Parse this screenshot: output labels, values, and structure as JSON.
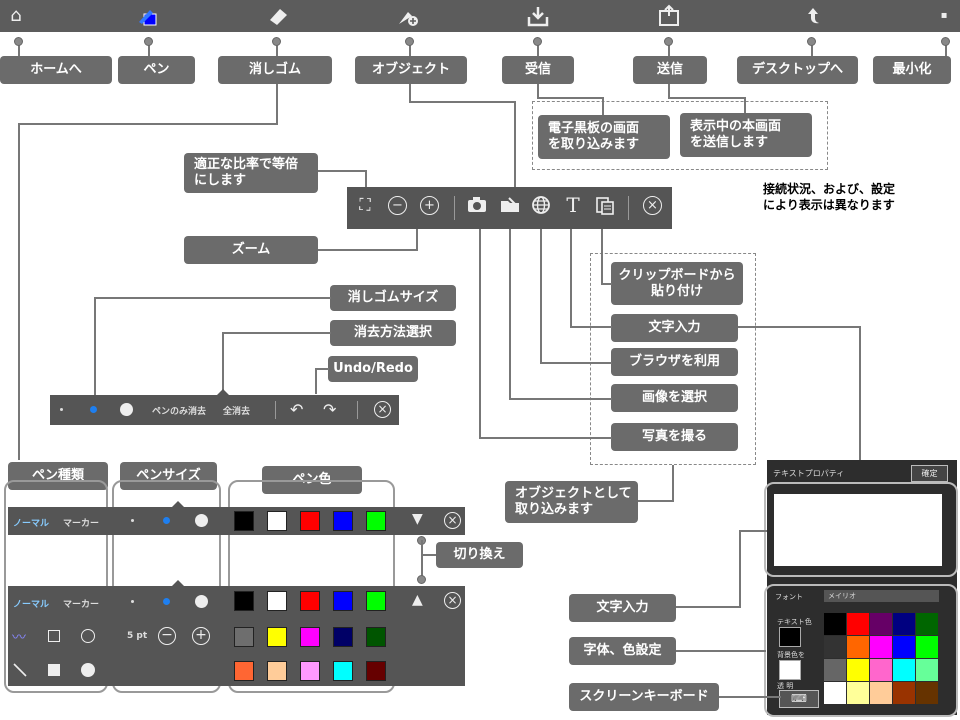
{
  "top_callouts": {
    "home": "ホームへ",
    "pen": "ペン",
    "eraser": "消しゴム",
    "object": "オブジェクト",
    "receive": "受信",
    "send": "送信",
    "desktop": "デスクトップへ",
    "minimize": "最小化"
  },
  "receive_desc": "電子黒板の画面\nを取り込みます",
  "send_desc": "表示中の本画面\nを送信します",
  "connection_note": "接続状況、および、設定\nにより表示は異なります",
  "zoom_fit": "適正な比率で等倍\nにします",
  "zoom": "ズーム",
  "eraser_size": "消しゴムサイズ",
  "erase_method": "消去方法選択",
  "undo_redo": "Undo/Redo",
  "eraser_bar": {
    "pen_only": "ペンのみ消去",
    "erase_all": "全消去"
  },
  "object_items": {
    "clipboard": "クリップボードから\n貼り付け",
    "text_input": "文字入力",
    "browser": "ブラウザを利用",
    "image": "画像を選択",
    "photo": "写真を撮る"
  },
  "object_capture": "オブジェクトとして\n取り込みます",
  "pen_labels": {
    "pen_type": "ペン種類",
    "pen_size": "ペンサイズ",
    "pen_color": "ペン色",
    "toggle": "切り換え"
  },
  "pen_bar": {
    "normal": "ノーマル",
    "marker": "マーカー",
    "size_value": "5 pt"
  },
  "colors": {
    "row1": [
      "#000000",
      "#ffffff",
      "#ff0000",
      "#0000ff",
      "#00ff00"
    ],
    "row2": [
      "#6e6e6e",
      "#ffff00",
      "#ff00ff",
      "#000066",
      "#005500"
    ],
    "row3": [
      "#ff6633",
      "#ffcc99",
      "#ff99ff",
      "#00ffff",
      "#660000"
    ],
    "panel": [
      [
        "#000000",
        "#ff0000",
        "#660066",
        "#000080",
        "#006600"
      ],
      [
        "#333333",
        "#ff6600",
        "#ff00ff",
        "#0000ff",
        "#00ff00"
      ],
      [
        "#666666",
        "#ffff00",
        "#ff66cc",
        "#00ffff",
        "#66ff99"
      ],
      [
        "#ffffff",
        "#ffff99",
        "#ffcc99",
        "#993300",
        "#663300"
      ]
    ]
  },
  "text_panel": {
    "title": "テキストプロパティ",
    "confirm": "確定",
    "font_label": "フォント",
    "font_value": "メイリオ",
    "text_color_label": "テキスト色",
    "bg_color_label": "背景色を",
    "transparent_label": "透 明"
  },
  "text_input_label": "文字入力",
  "font_color_label": "字体、色設定",
  "screen_keyboard_label": "スクリーンキーボード"
}
